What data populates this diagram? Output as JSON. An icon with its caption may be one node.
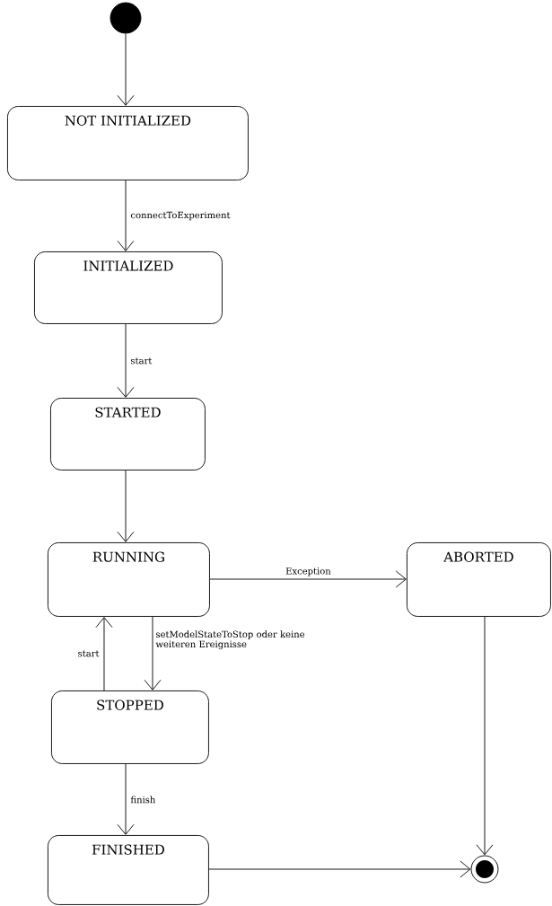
{
  "diagram": {
    "nodes": [
      {
        "text": [],
        "shape": "circle"
      },
      {
        "text": [
          "NOT INITIALIZED"
        ]
      },
      {
        "text": [
          "INITIALIZED"
        ]
      },
      {
        "text": [
          "STARTED"
        ]
      },
      {
        "text": [
          "RUNNING"
        ]
      },
      {
        "text": [
          "ABORTED"
        ]
      },
      {
        "text": [
          "STOPPED"
        ]
      },
      {
        "text": [
          "FINISHED"
        ]
      },
      {
        "text": [],
        "shape": "circle"
      }
    ],
    "edges": [
      {
        "from": 0,
        "to": 1,
        "arrow": "to"
      },
      {
        "from": 1,
        "to": 2,
        "arrow": "to",
        "label": "connectToExperiment"
      },
      {
        "from": 2,
        "to": 3,
        "arrow": "to",
        "label": "start"
      },
      {
        "from": 3,
        "to": 4,
        "arrow": "to"
      },
      {
        "from": 4,
        "to": 5,
        "arrow": "to",
        "label": "Exception"
      },
      {
        "from": 4,
        "to": 6,
        "arrow": "to",
        "label": "setModelStateToStop oder keine weiteren Ereignisse"
      },
      {
        "from": 6,
        "to": 4,
        "arrow": "to",
        "label": "start"
      },
      {
        "from": 6,
        "to": 7,
        "arrow": "to",
        "label": "finish"
      },
      {
        "from": 7,
        "to": 8,
        "arrow": "to"
      },
      {
        "from": 5,
        "to": 8,
        "arrow": "to"
      }
    ]
  }
}
